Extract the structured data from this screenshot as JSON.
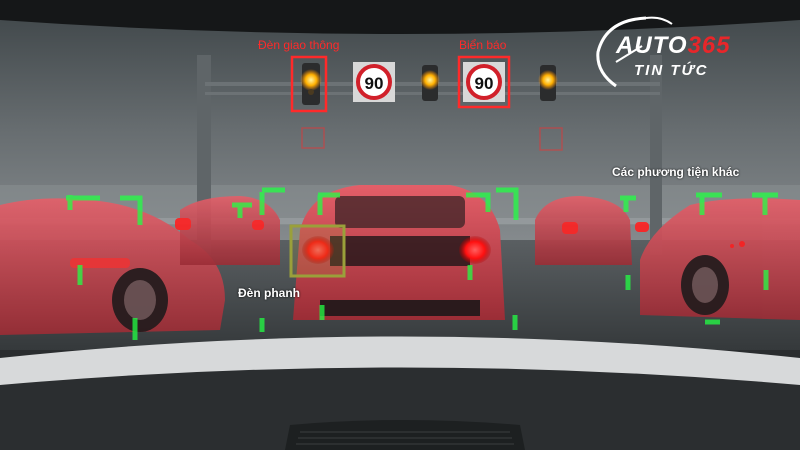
{
  "labels": {
    "traffic_light": "Đèn giao thông",
    "sign": "Biển báo",
    "other_vehicles": "Các phương tiện khác",
    "brake_light": "Đèn phanh"
  },
  "sign": {
    "speed_value": "90"
  },
  "logo": {
    "word_main": "AUTO",
    "word_accent": "365",
    "sub": "TIN TỨC"
  },
  "colors": {
    "highlight_red": "#ff2a2a",
    "detection_green": "#22ff44",
    "car_red": "#d8454e",
    "brake_box": "#9aa03a",
    "logo_accent": "#e8262a"
  }
}
